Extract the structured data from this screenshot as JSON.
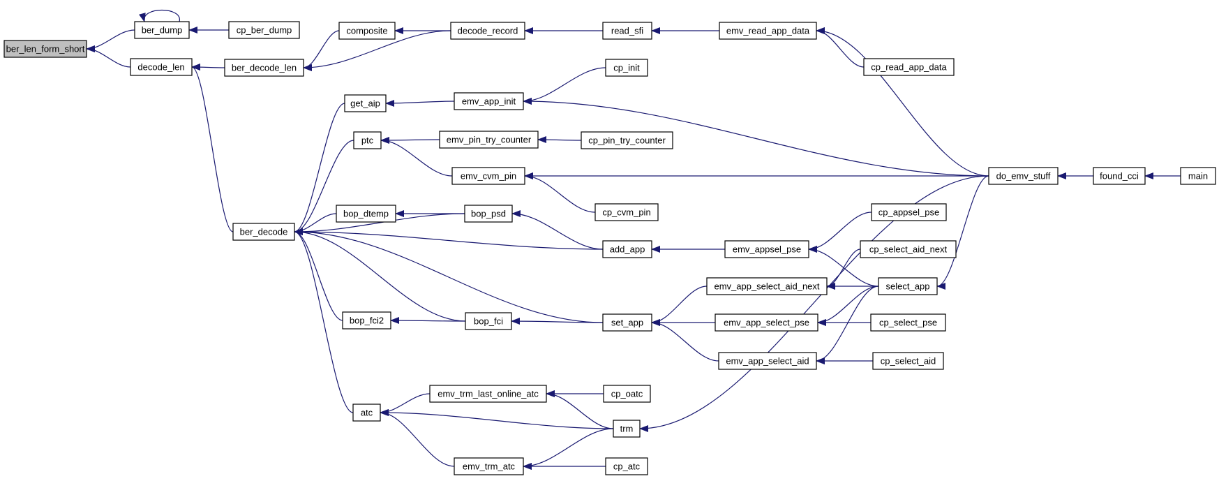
{
  "colors": {
    "edge": "#191970",
    "node_fill": "#ffffff",
    "highlight_fill": "#bfbfbf",
    "border": "#000000"
  },
  "nodes": [
    {
      "id": "ber_len_form_short",
      "label": "ber_len_form_short",
      "highlight": true
    },
    {
      "id": "ber_dump",
      "label": "ber_dump"
    },
    {
      "id": "cp_ber_dump",
      "label": "cp_ber_dump"
    },
    {
      "id": "decode_len",
      "label": "decode_len"
    },
    {
      "id": "ber_decode_len",
      "label": "ber_decode_len"
    },
    {
      "id": "composite",
      "label": "composite"
    },
    {
      "id": "decode_record",
      "label": "decode_record"
    },
    {
      "id": "read_sfi",
      "label": "read_sfi"
    },
    {
      "id": "emv_read_app_data",
      "label": "emv_read_app_data"
    },
    {
      "id": "cp_read_app_data",
      "label": "cp_read_app_data"
    },
    {
      "id": "cp_init",
      "label": "cp_init"
    },
    {
      "id": "get_aip",
      "label": "get_aip"
    },
    {
      "id": "emv_app_init",
      "label": "emv_app_init"
    },
    {
      "id": "ptc",
      "label": "ptc"
    },
    {
      "id": "emv_pin_try_counter",
      "label": "emv_pin_try_counter"
    },
    {
      "id": "cp_pin_try_counter",
      "label": "cp_pin_try_counter"
    },
    {
      "id": "emv_cvm_pin",
      "label": "emv_cvm_pin"
    },
    {
      "id": "do_emv_stuff",
      "label": "do_emv_stuff"
    },
    {
      "id": "found_cci",
      "label": "found_cci"
    },
    {
      "id": "main",
      "label": "main"
    },
    {
      "id": "cp_cvm_pin",
      "label": "cp_cvm_pin"
    },
    {
      "id": "bop_dtemp",
      "label": "bop_dtemp"
    },
    {
      "id": "bop_psd",
      "label": "bop_psd"
    },
    {
      "id": "ber_decode",
      "label": "ber_decode"
    },
    {
      "id": "cp_appsel_pse",
      "label": "cp_appsel_pse"
    },
    {
      "id": "add_app",
      "label": "add_app"
    },
    {
      "id": "emv_appsel_pse",
      "label": "emv_appsel_pse"
    },
    {
      "id": "cp_select_aid_next",
      "label": "cp_select_aid_next"
    },
    {
      "id": "emv_app_select_aid_next",
      "label": "emv_app_select_aid_next"
    },
    {
      "id": "select_app",
      "label": "select_app"
    },
    {
      "id": "bop_fci2",
      "label": "bop_fci2"
    },
    {
      "id": "bop_fci",
      "label": "bop_fci"
    },
    {
      "id": "set_app",
      "label": "set_app"
    },
    {
      "id": "emv_app_select_pse",
      "label": "emv_app_select_pse"
    },
    {
      "id": "cp_select_pse",
      "label": "cp_select_pse"
    },
    {
      "id": "emv_app_select_aid",
      "label": "emv_app_select_aid"
    },
    {
      "id": "cp_select_aid",
      "label": "cp_select_aid"
    },
    {
      "id": "emv_trm_last_online_atc",
      "label": "emv_trm_last_online_atc"
    },
    {
      "id": "cp_oatc",
      "label": "cp_oatc"
    },
    {
      "id": "atc",
      "label": "atc"
    },
    {
      "id": "trm",
      "label": "trm"
    },
    {
      "id": "emv_trm_atc",
      "label": "emv_trm_atc"
    },
    {
      "id": "cp_atc",
      "label": "cp_atc"
    }
  ],
  "edges": [
    {
      "from": "ber_dump",
      "to": "ber_len_form_short"
    },
    {
      "from": "decode_len",
      "to": "ber_len_form_short"
    },
    {
      "from": "ber_dump",
      "to": "ber_dump"
    },
    {
      "from": "cp_ber_dump",
      "to": "ber_dump"
    },
    {
      "from": "ber_decode_len",
      "to": "decode_len"
    },
    {
      "from": "ber_decode",
      "to": "decode_len"
    },
    {
      "from": "composite",
      "to": "ber_decode_len"
    },
    {
      "from": "decode_record",
      "to": "ber_decode_len"
    },
    {
      "from": "decode_record",
      "to": "composite"
    },
    {
      "from": "read_sfi",
      "to": "decode_record"
    },
    {
      "from": "emv_read_app_data",
      "to": "read_sfi"
    },
    {
      "from": "cp_read_app_data",
      "to": "emv_read_app_data"
    },
    {
      "from": "do_emv_stuff",
      "to": "emv_read_app_data"
    },
    {
      "from": "get_aip",
      "to": "ber_decode"
    },
    {
      "from": "emv_app_init",
      "to": "get_aip"
    },
    {
      "from": "cp_init",
      "to": "emv_app_init"
    },
    {
      "from": "do_emv_stuff",
      "to": "emv_app_init"
    },
    {
      "from": "ptc",
      "to": "ber_decode"
    },
    {
      "from": "emv_pin_try_counter",
      "to": "ptc"
    },
    {
      "from": "emv_cvm_pin",
      "to": "ptc"
    },
    {
      "from": "cp_pin_try_counter",
      "to": "emv_pin_try_counter"
    },
    {
      "from": "do_emv_stuff",
      "to": "emv_cvm_pin"
    },
    {
      "from": "cp_cvm_pin",
      "to": "emv_cvm_pin"
    },
    {
      "from": "found_cci",
      "to": "do_emv_stuff"
    },
    {
      "from": "main",
      "to": "found_cci"
    },
    {
      "from": "bop_psd",
      "to": "ber_decode"
    },
    {
      "from": "bop_dtemp",
      "to": "ber_decode"
    },
    {
      "from": "bop_psd",
      "to": "bop_dtemp"
    },
    {
      "from": "add_app",
      "to": "bop_psd"
    },
    {
      "from": "add_app",
      "to": "ber_decode"
    },
    {
      "from": "emv_appsel_pse",
      "to": "add_app"
    },
    {
      "from": "cp_appsel_pse",
      "to": "emv_appsel_pse"
    },
    {
      "from": "select_app",
      "to": "emv_appsel_pse"
    },
    {
      "from": "cp_select_aid_next",
      "to": "emv_app_select_aid_next"
    },
    {
      "from": "select_app",
      "to": "emv_app_select_aid_next"
    },
    {
      "from": "select_app",
      "to": "emv_app_select_pse"
    },
    {
      "from": "select_app",
      "to": "emv_app_select_aid"
    },
    {
      "from": "do_emv_stuff",
      "to": "select_app"
    },
    {
      "from": "bop_fci",
      "to": "ber_decode"
    },
    {
      "from": "bop_fci2",
      "to": "ber_decode"
    },
    {
      "from": "bop_fci",
      "to": "bop_fci2"
    },
    {
      "from": "set_app",
      "to": "bop_fci"
    },
    {
      "from": "set_app",
      "to": "ber_decode"
    },
    {
      "from": "emv_app_select_aid_next",
      "to": "set_app"
    },
    {
      "from": "emv_app_select_pse",
      "to": "set_app"
    },
    {
      "from": "emv_app_select_aid",
      "to": "set_app"
    },
    {
      "from": "cp_select_pse",
      "to": "emv_app_select_pse"
    },
    {
      "from": "cp_select_aid",
      "to": "emv_app_select_aid"
    },
    {
      "from": "atc",
      "to": "ber_decode"
    },
    {
      "from": "emv_trm_last_online_atc",
      "to": "atc"
    },
    {
      "from": "trm",
      "to": "atc"
    },
    {
      "from": "emv_trm_atc",
      "to": "atc"
    },
    {
      "from": "cp_oatc",
      "to": "emv_trm_last_online_atc"
    },
    {
      "from": "trm",
      "to": "emv_trm_last_online_atc"
    },
    {
      "from": "trm",
      "to": "emv_trm_atc"
    },
    {
      "from": "cp_atc",
      "to": "emv_trm_atc"
    },
    {
      "from": "do_emv_stuff",
      "to": "trm"
    }
  ]
}
